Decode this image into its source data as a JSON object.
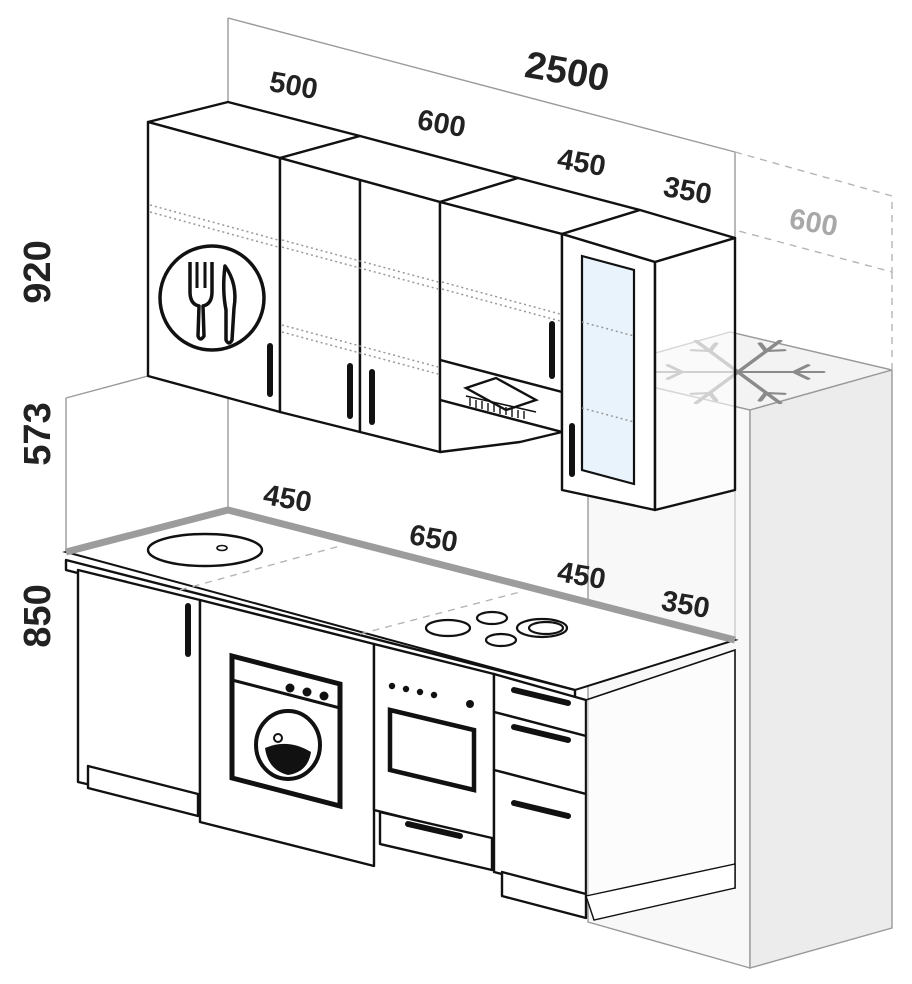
{
  "dimensions": {
    "total_width": "2500",
    "upper": [
      "500",
      "600",
      "450",
      "350"
    ],
    "fridge_depth": "600",
    "heights": {
      "upper": "920",
      "gap": "573",
      "base": "850"
    },
    "worktop": [
      "450",
      "650",
      "450",
      "350"
    ]
  },
  "icons": {
    "cutlery": "fork-knife-icon",
    "snowflake": "snowflake-icon",
    "washing_machine": "washing-machine-icon",
    "oven": "oven-icon",
    "sink": "sink-icon",
    "hob": "hob-icon",
    "hood": "range-hood-icon"
  },
  "colors": {
    "outline": "#111111",
    "ghost": "#9a9a9a",
    "glass": "#e8f3fc",
    "fridge": "#f0f0f0",
    "worktop_edge": "#9c9c9c"
  }
}
